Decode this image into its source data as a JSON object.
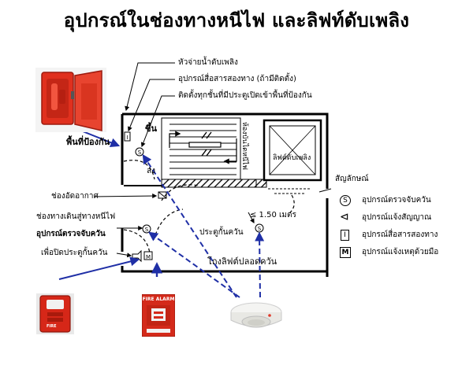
{
  "title": "อุปกรณ์ในช่องทางหนีไฟ และลิฟท์ดับเพลิง",
  "callouts": {
    "hydrant": "หัวจ่ายน้ำดับเพลิง",
    "intercom": "อุปกรณ์สื่อสารสองทาง (ถ้ามีติดตั้ง)",
    "every_floor": "ติดตั้งทุกชั้นที่มีประตูเปิดเข้าพื้นที่ป้องกัน",
    "protected_area": "พื้นที่ป้องกัน",
    "vent": "ช่องอัดอากาศ",
    "exit_route": "ช่องทางเดินสู่ทางหนีไฟ",
    "smoke_detector_label": "อุปกรณ์ตรวจจับควัน",
    "close_door": "เพื่อปิดประตูกั้นควัน",
    "up": "ขึ้น",
    "down": "ลง",
    "stair_zone": "ห้องบันไดหนีไฟ",
    "fire_lift": "ลิฟต์ดับเพลิง",
    "smoke_door": "ประตูกั้นควัน",
    "distance": "≤ 1.50 เมตร",
    "lobby": "โถงลิฟต์ปลอดควัน"
  },
  "legend": {
    "heading": "สัญลักษณ์",
    "items": [
      {
        "symbol": "S",
        "label": "อุปกรณ์ตรวจจับควัน"
      },
      {
        "symbol": "⊲",
        "label": "อุปกรณ์แจ้งสัญญาณ"
      },
      {
        "symbol": "I",
        "label": "อุปกรณ์สื่อสารสองทาง"
      },
      {
        "symbol": "M",
        "label": "อุปกรณ์แจ้งเหตุด้วยมือ"
      }
    ]
  },
  "photos": {
    "pull_station_text": "FIRE ALARM",
    "horn_strobe_text": "FIRE"
  },
  "colors": {
    "arrow": "#1f2fa6",
    "wall": "#000000",
    "equipment_red": "#e0301e"
  }
}
